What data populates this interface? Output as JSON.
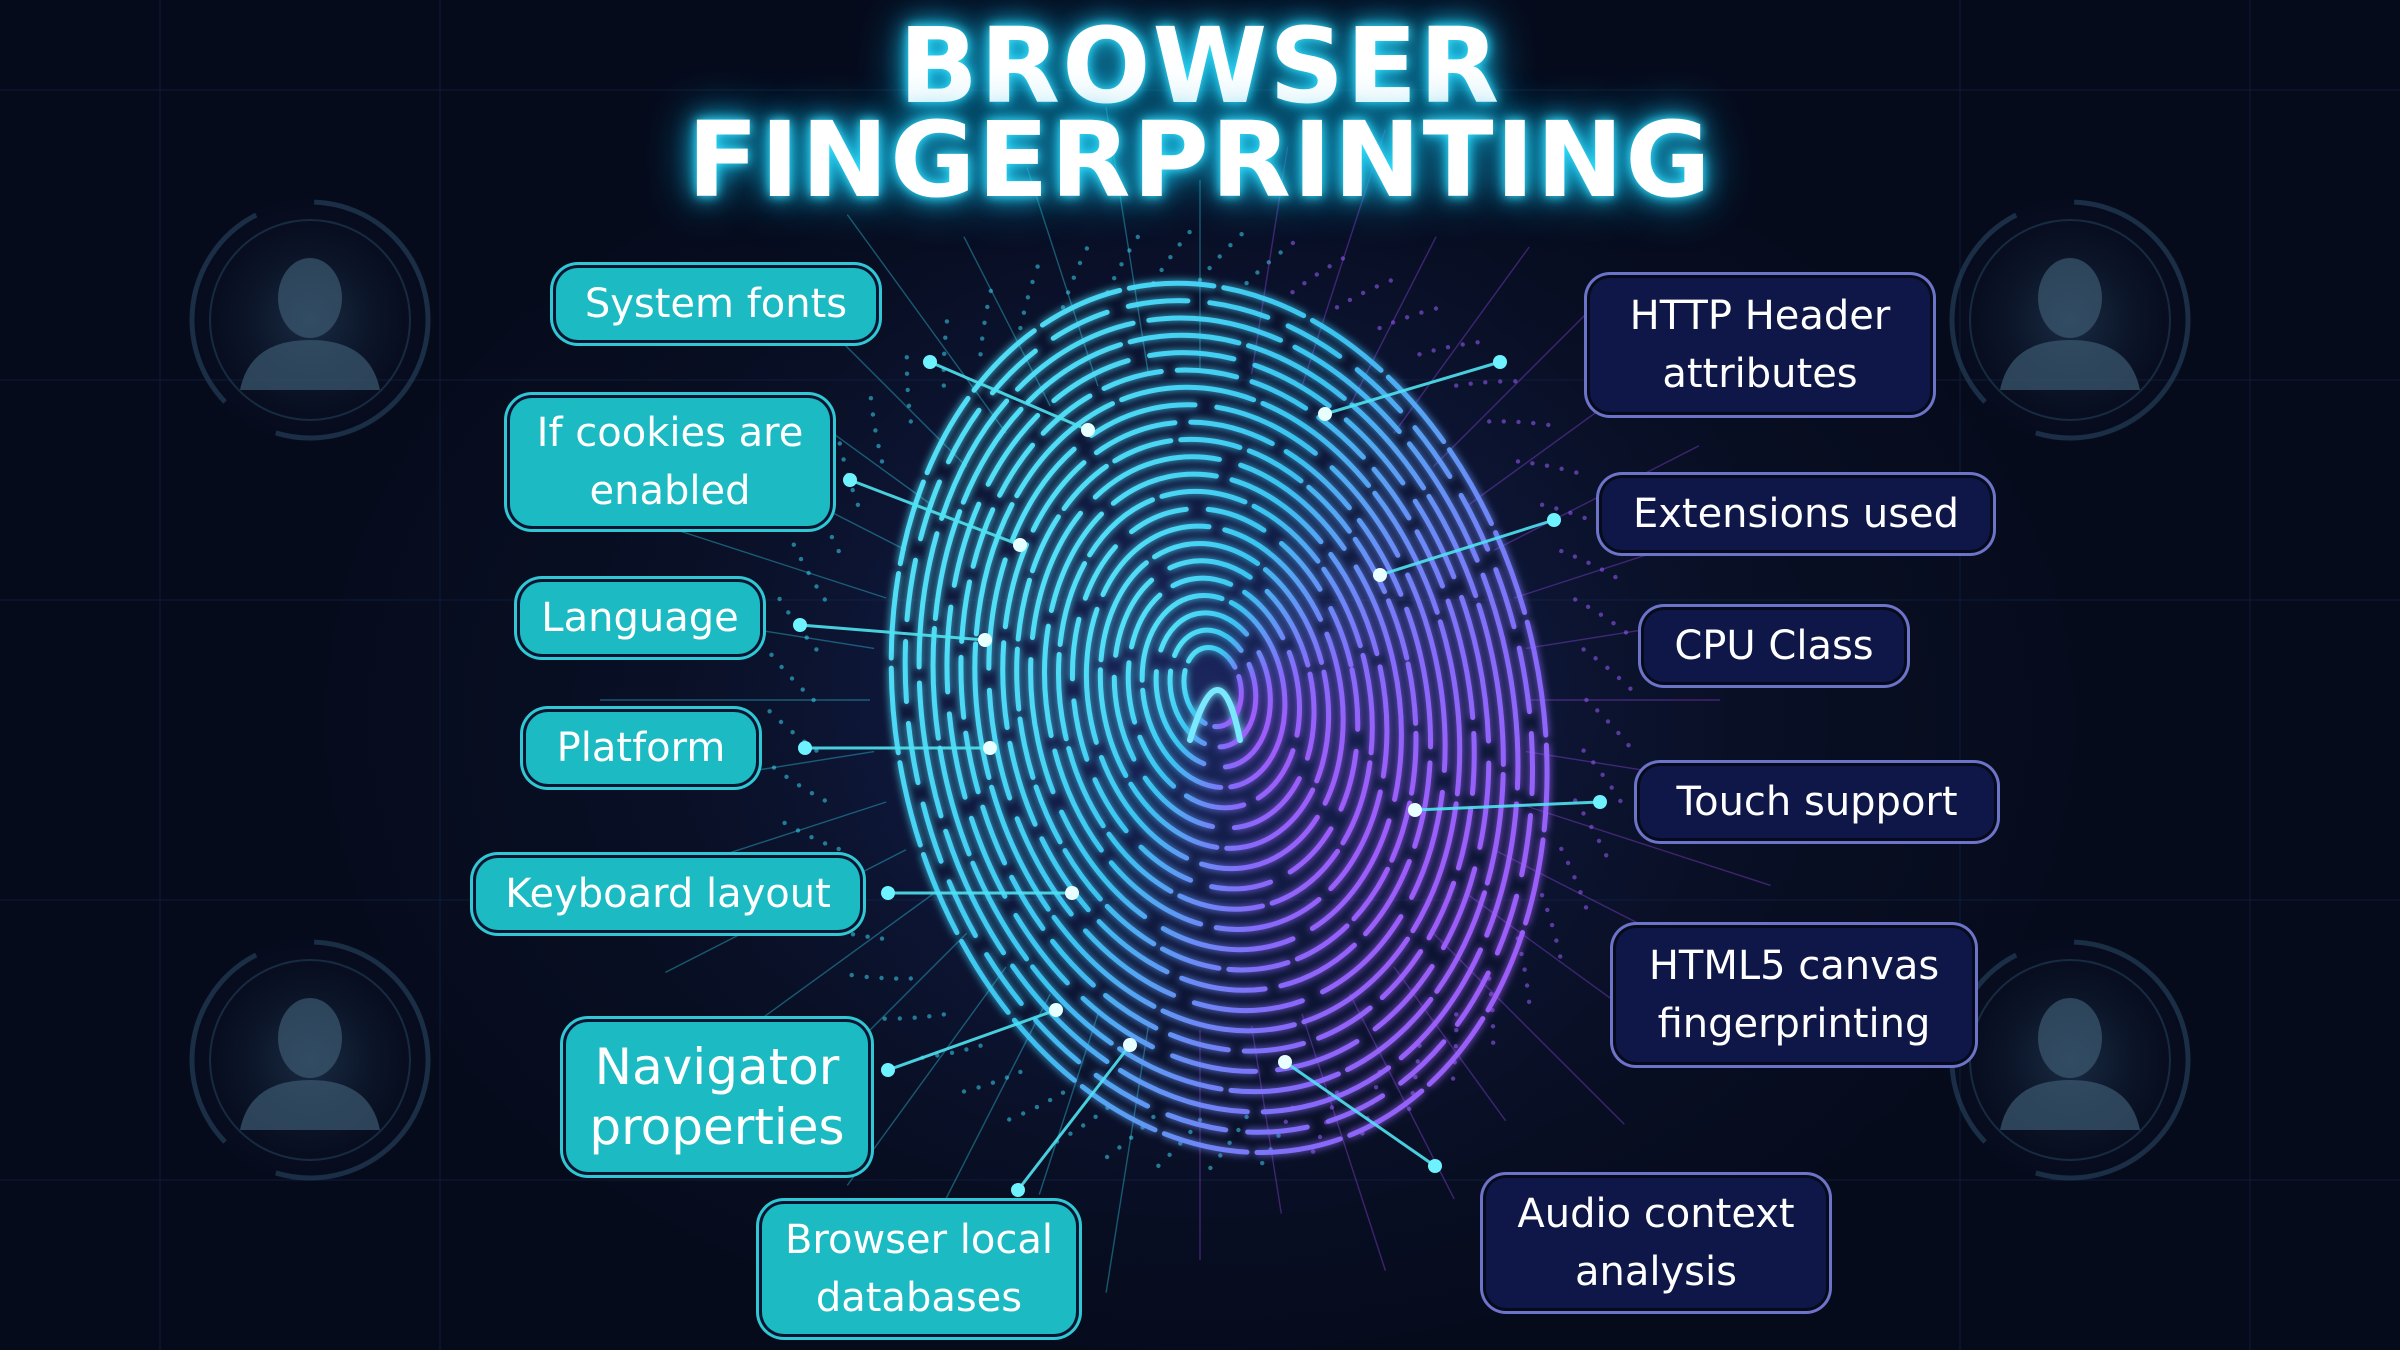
{
  "title": {
    "line1": "BROWSER",
    "line2": "FINGERPRINTING"
  },
  "labels": {
    "system_fonts": "System fonts",
    "cookies_enabled": "If cookies are\nenabled",
    "language": "Language",
    "platform": "Platform",
    "keyboard_layout": "Keyboard layout",
    "navigator_properties": "Navigator\nproperties",
    "browser_local_databases": "Browser local\ndatabases",
    "http_header_attributes": "HTTP Header\nattributes",
    "extensions_used": "Extensions used",
    "cpu_class": "CPU Class",
    "touch_support": "Touch support",
    "html5_canvas": "HTML5 canvas\nfingerprinting",
    "audio_context": "Audio context\nanalysis"
  },
  "icons": {
    "avatar": "person-silhouette-icon",
    "fingerprint": "fingerprint-icon"
  },
  "colors": {
    "teal": "#1cbac2",
    "navy": "#0e1747",
    "cyan_glow": "#37e3ff",
    "violet": "#a24cff",
    "background": "#060b1c"
  }
}
